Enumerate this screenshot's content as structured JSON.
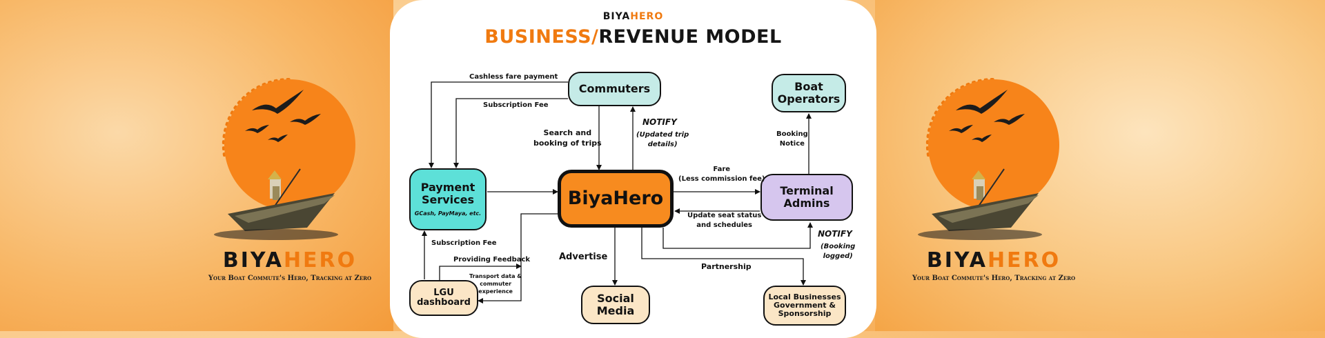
{
  "brand": {
    "word_part1": "BIYA",
    "word_part2": "HERO",
    "tagline": "Your Boat Commute's Hero, Tracking at Zero"
  },
  "card": {
    "logo_part1": "BIYA",
    "logo_part2": "HERO",
    "title_part1": "BUSINESS/",
    "title_part2": "REVENUE MODEL"
  },
  "nodes": {
    "commuters": "Commuters",
    "boat_operators_1": "Boat",
    "boat_operators_2": "Operators",
    "payment_services_1": "Payment",
    "payment_services_2": "Services",
    "payment_services_sub": "GCash, PayMaya, etc.",
    "biyahero": "BiyaHero",
    "terminal_admins_1": "Terminal",
    "terminal_admins_2": "Admins",
    "lgu_1": "LGU",
    "lgu_2": "dashboard",
    "social_1": "Social",
    "social_2": "Media",
    "local_1": "Local Businesses",
    "local_2": "Government &",
    "local_3": "Sponsorship"
  },
  "edges": {
    "cashless": "Cashless fare payment",
    "subscription_top": "Subscription Fee",
    "search_1": "Search and",
    "search_2": "booking of trips",
    "notify_top": "NOTIFY",
    "notify_top_sub1": "(Updated trip",
    "notify_top_sub2": "details)",
    "booking_notice_1": "Booking",
    "booking_notice_2": "Notice",
    "fare_1": "Fare",
    "fare_2": "(Less commission fee)",
    "update_1": "Update seat status",
    "update_2": "and schedules",
    "notify_right": "NOTIFY",
    "notify_right_sub1": "(Booking",
    "notify_right_sub2": "logged)",
    "subscription_bottom": "Subscription Fee",
    "feedback": "Providing Feedback",
    "transport_1": "Transport data &",
    "transport_2": "commuter",
    "transport_3": "experience",
    "advertise": "Advertise",
    "partnership": "Partnership"
  },
  "colors": {
    "orange": "#f07a10",
    "commuters": "#c5ebe7",
    "boat_operators": "#c5ebe7",
    "payment_services": "#5de0d8",
    "terminal_admins": "#d6c6ee",
    "lgu": "#fbe6c6",
    "social_media": "#fbe6c6",
    "local": "#fbe6c6",
    "biyahero": "#f78b1f"
  },
  "icons": [
    "sun-icon",
    "birds-icon",
    "boat-icon",
    "fisherman-icon"
  ]
}
